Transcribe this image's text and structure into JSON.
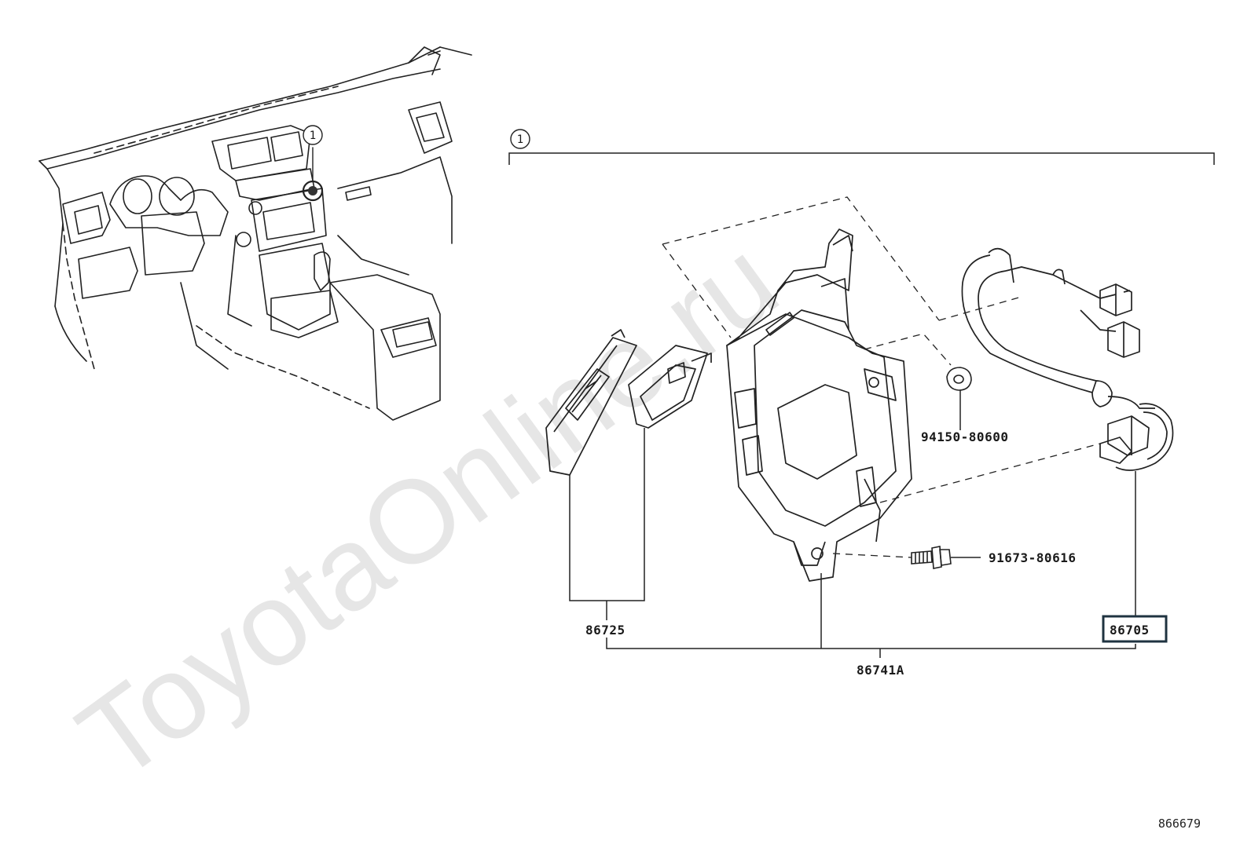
{
  "watermark": "ToyotaOnline.ru",
  "callout_number": "1",
  "parts": {
    "p94150": "94150-80600",
    "p91673": "91673-80616",
    "p86725": "86725",
    "p86705": "86705",
    "p86741A": "86741A"
  },
  "highlight_color": "#1f3340",
  "diagram_id": "866679"
}
